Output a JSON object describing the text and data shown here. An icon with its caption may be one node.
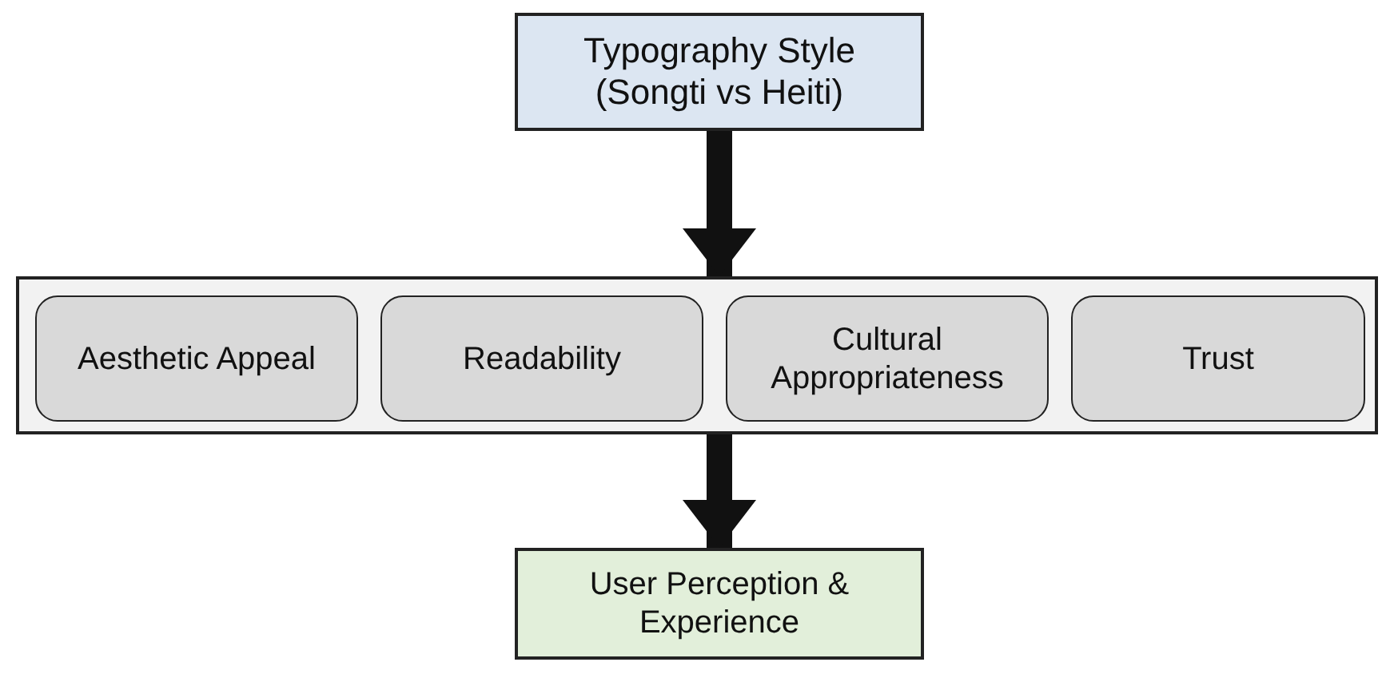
{
  "diagram": {
    "nodes": [
      {
        "text": [
          "Typography Style (Songti vs Heiti)"
        ]
      },
      {
        "text": [],
        "shape": "box"
      },
      {
        "text": [
          "Aesthetic Appeal"
        ],
        "in": 1
      },
      {
        "text": [
          "Readability"
        ],
        "in": 1
      },
      {
        "text": [
          "Cultural Appropriateness"
        ],
        "in": 1
      },
      {
        "text": [
          "Trust"
        ],
        "in": 1
      },
      {
        "text": [
          "User Perception & Experience"
        ]
      }
    ],
    "edges": [
      {
        "from": 0,
        "to": 1,
        "arrow": "to"
      },
      {
        "from": 1,
        "to": 6,
        "arrow": "to"
      }
    ]
  }
}
